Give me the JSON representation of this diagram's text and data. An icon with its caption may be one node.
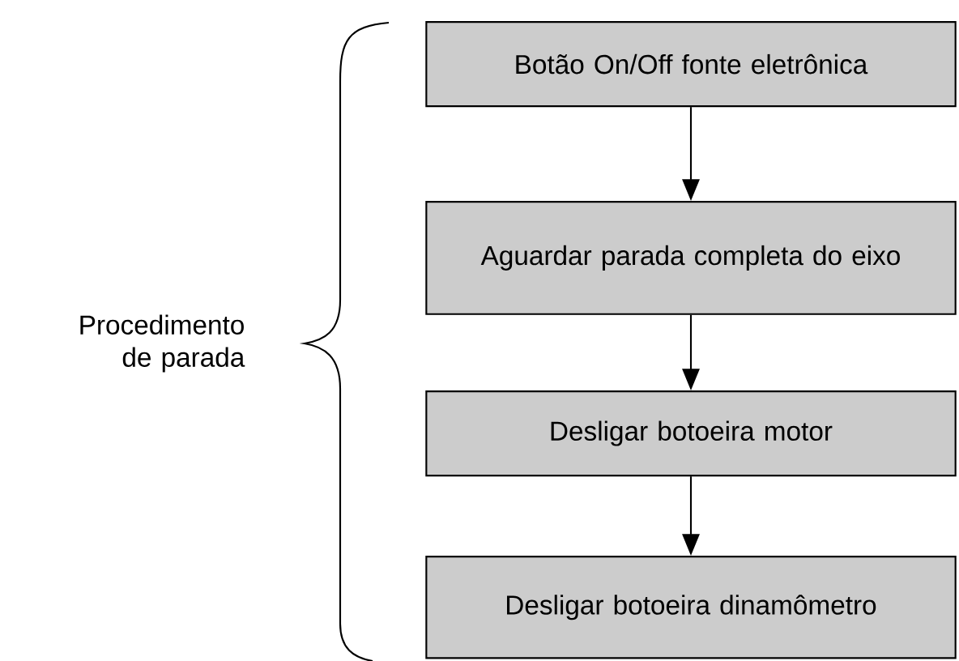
{
  "diagram": {
    "nodes": [
      {
        "text": [
          "Botão On/Off fonte eletrônica"
        ]
      },
      {
        "text": [
          "Aguardar parada completa do eixo"
        ]
      },
      {
        "text": [
          "Desligar botoeira motor"
        ]
      },
      {
        "text": [
          "Desligar botoeira dinamômetro"
        ]
      }
    ],
    "edges": [
      {
        "from": 0,
        "to": 1,
        "arrow": "to"
      },
      {
        "from": 1,
        "to": 2,
        "arrow": "to"
      },
      {
        "from": 2,
        "to": 3,
        "arrow": "to"
      }
    ],
    "labels": [
      "Procedimento de parada"
    ]
  }
}
